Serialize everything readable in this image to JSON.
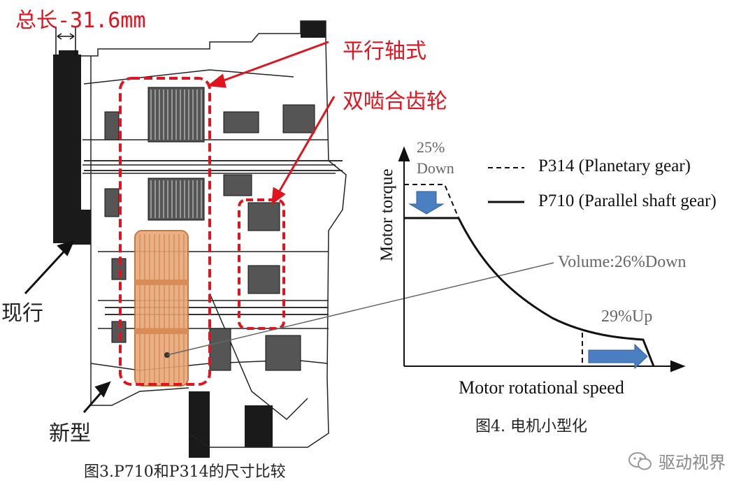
{
  "annotations": {
    "length": "总长-31.6mm",
    "parallel": "平行轴式",
    "double_mesh": "双啮合齿轮",
    "current": "现行",
    "new_type": "新型"
  },
  "left_caption": "图3.P710和P314的尺寸比较",
  "right_caption": "图4. 电机小型化",
  "watermark": "驱动视界",
  "chart_data": {
    "type": "line",
    "title": "",
    "xlabel": "Motor rotational speed",
    "ylabel": "Motor torque",
    "legend_position": "top-right",
    "series": [
      {
        "name": "P314 (Planetary gear)",
        "style": "dashed"
      },
      {
        "name": "P710 (Parallel shaft gear)",
        "style": "solid"
      }
    ],
    "annotations": {
      "torque": [
        "25%",
        "Down"
      ],
      "volume": "Volume:26%Down",
      "speed": "29%Up"
    },
    "colors": {
      "arrow": "#4a7fc1",
      "line": "#000000"
    }
  }
}
